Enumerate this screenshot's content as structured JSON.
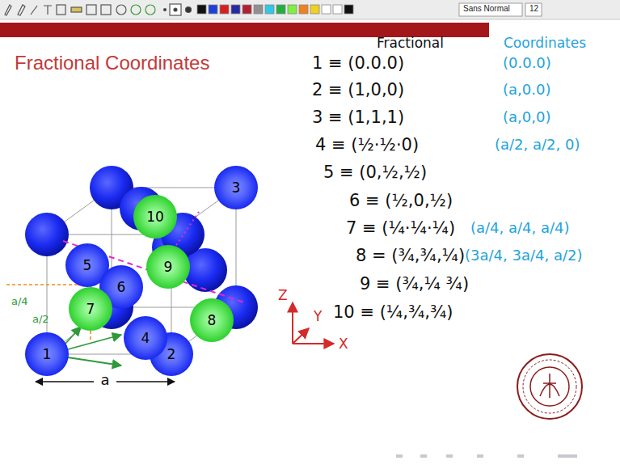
{
  "diagram": {
    "title": "Fractional Coordinates",
    "nodes": [
      {
        "text": [
          "1"
        ]
      },
      {
        "text": [
          "2"
        ]
      },
      {
        "text": [
          "3"
        ]
      },
      {
        "text": [
          "4"
        ]
      },
      {
        "text": [
          "5"
        ]
      },
      {
        "text": [
          "6"
        ]
      },
      {
        "text": [
          "7"
        ]
      },
      {
        "text": [
          "8"
        ]
      },
      {
        "text": [
          "9"
        ]
      },
      {
        "text": [
          "10"
        ]
      }
    ],
    "labels": [
      "Sans Normal",
      "12",
      "Fractional",
      "Coordinates",
      "1 ≡ (0.0.0)",
      "(0.0.0)",
      "2 ≡ (1,0,0)",
      "(a,0.0)",
      "3 ≡ (1,1,1)",
      "(a,0,0)",
      "4 ≡ (½·½·0)",
      "(a/2, a/2, 0)",
      "5 ≡ (0,½,½)",
      "6 ≡ (½,0,½)",
      "7 ≡ (¼·¼·¼)",
      "(a/4, a/4, a/4)",
      "8 = (¾,¾,¼)",
      "(3a/4, 3a/4, a/2)",
      "9 ≡ (¾,¼ ¾)",
      "10 ≡ (¼,¾,¾)",
      "Z",
      "Y",
      "X",
      "a",
      "a/2",
      "a/4"
    ]
  }
}
